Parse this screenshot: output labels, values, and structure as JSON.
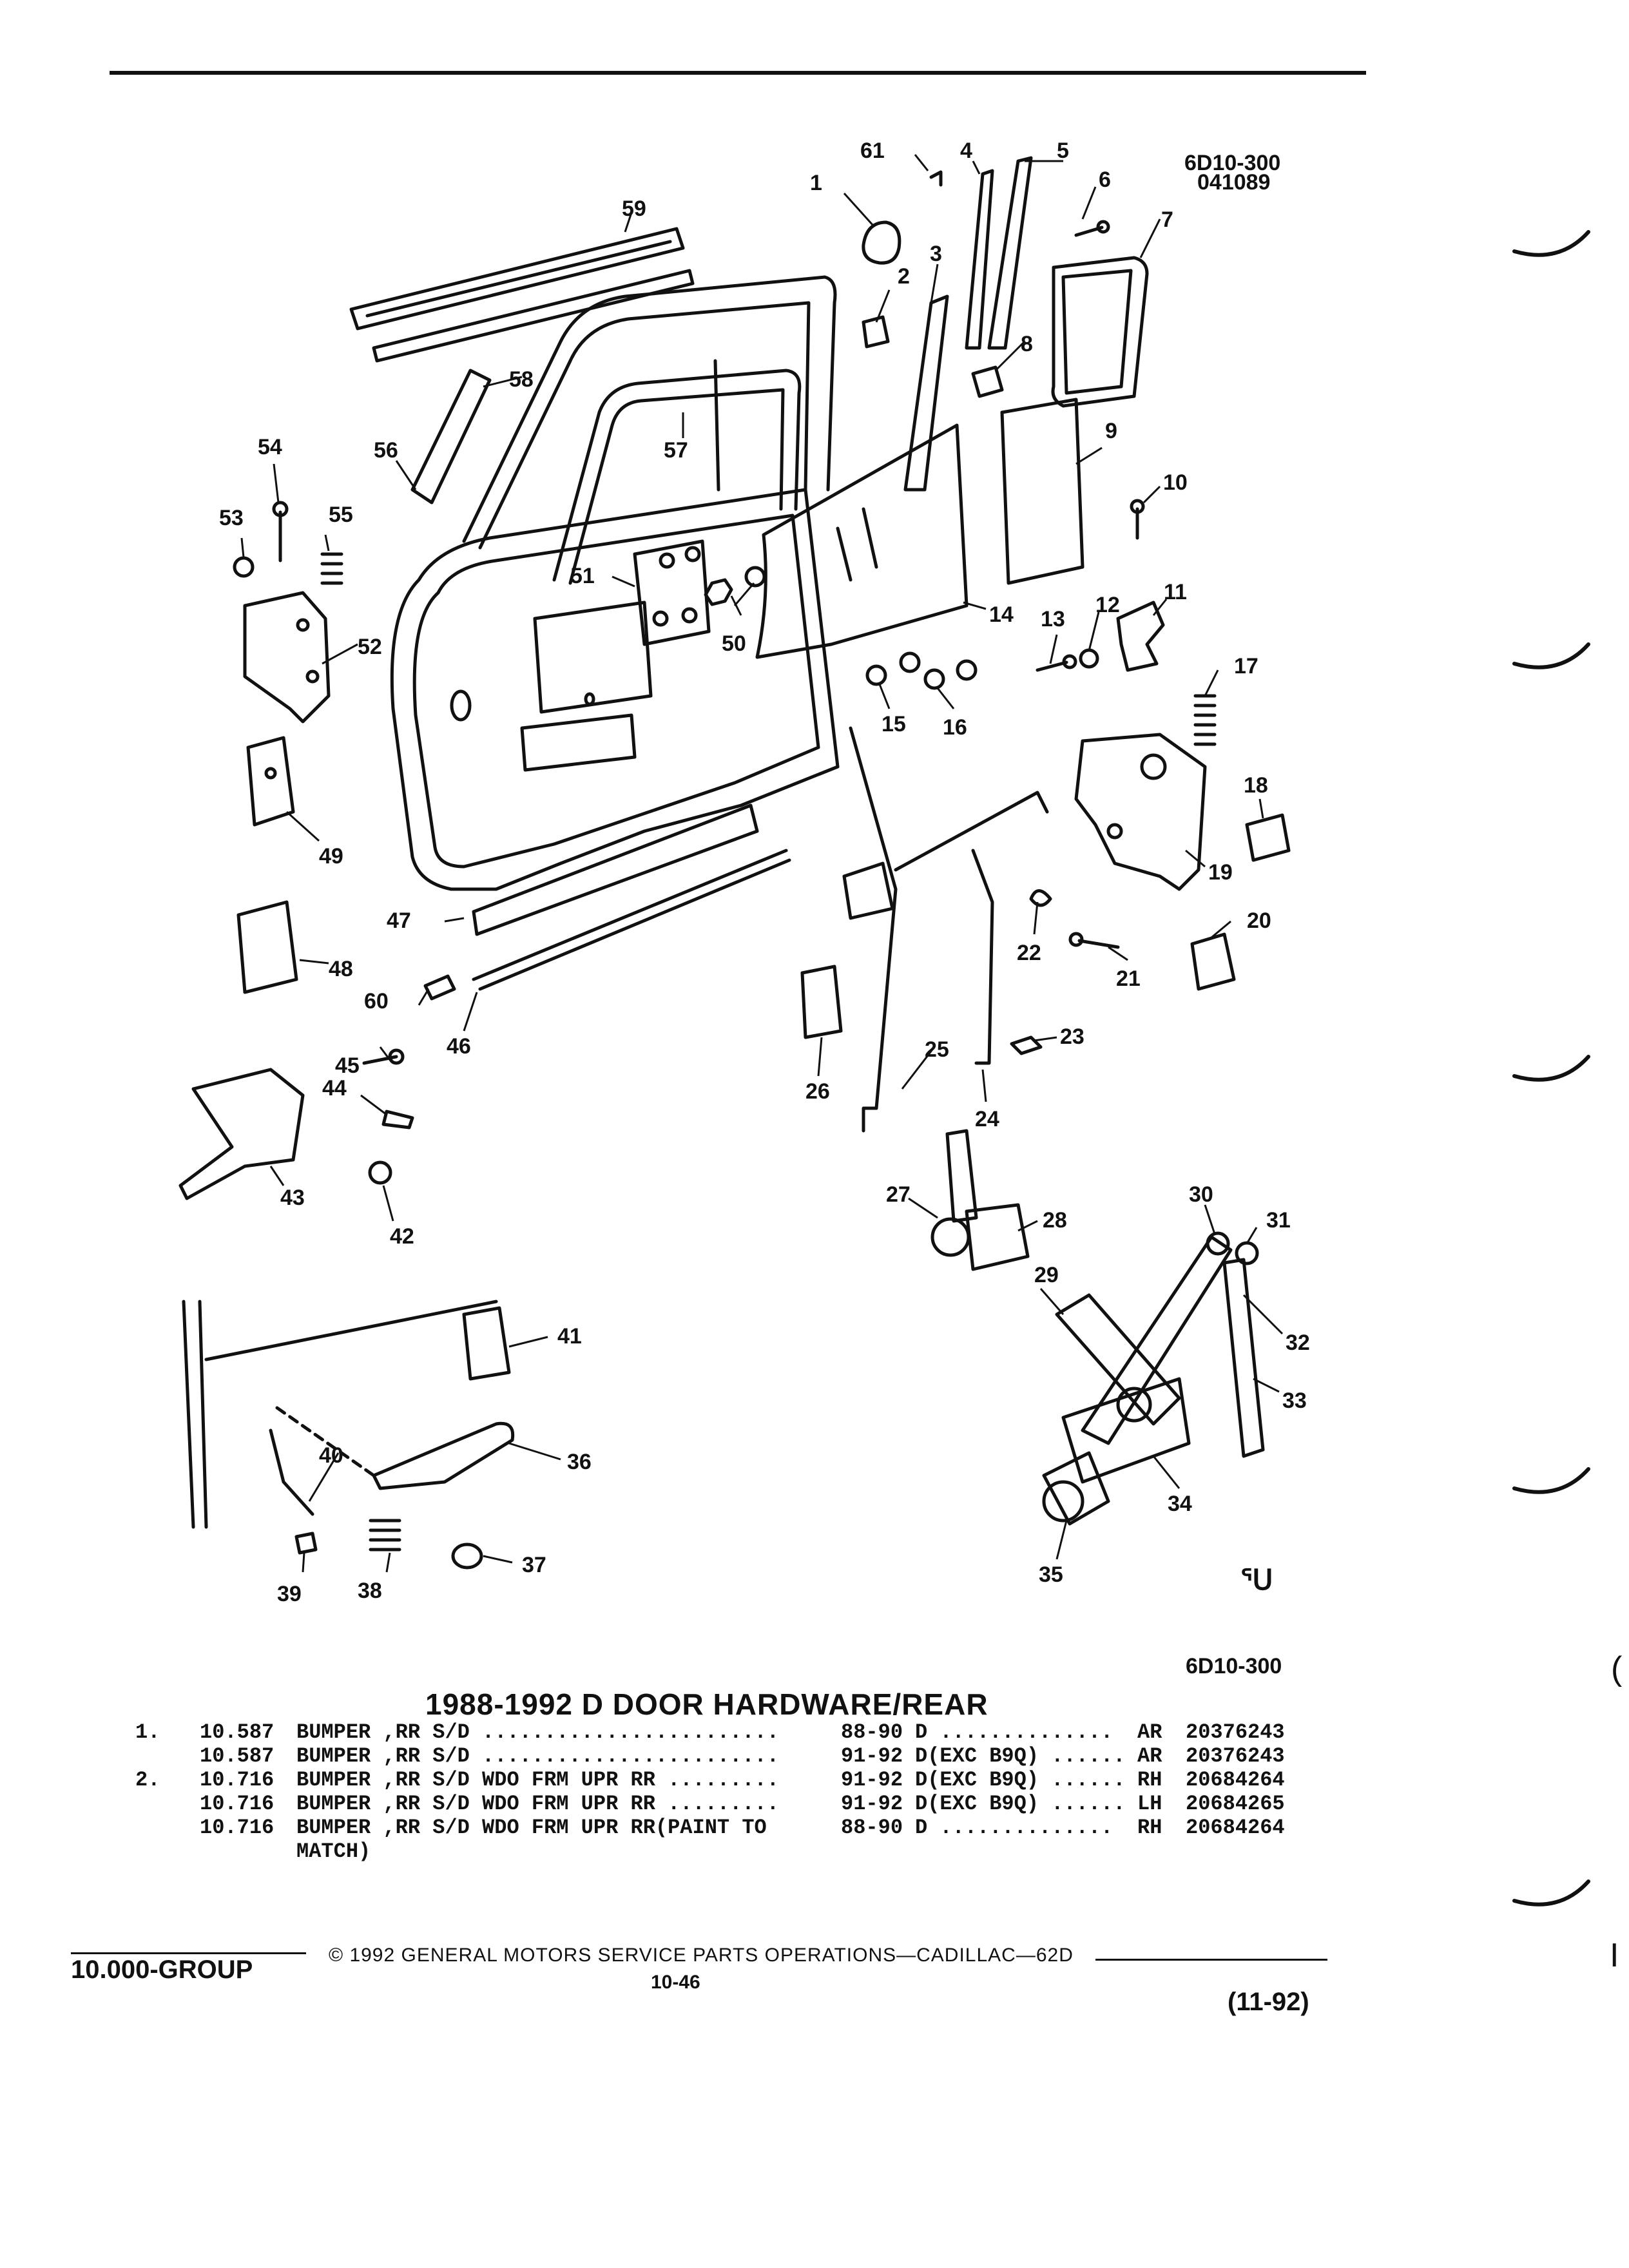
{
  "figure": {
    "code_top": "6D10-300",
    "code_date": "041089",
    "code_bottom": "6D10-300",
    "logo_glyph": "ᕐᑌ"
  },
  "callouts": [
    "1",
    "2",
    "3",
    "4",
    "5",
    "6",
    "7",
    "8",
    "9",
    "10",
    "11",
    "12",
    "13",
    "14",
    "15",
    "16",
    "17",
    "18",
    "19",
    "20",
    "21",
    "22",
    "23",
    "24",
    "25",
    "26",
    "27",
    "28",
    "29",
    "30",
    "31",
    "32",
    "33",
    "34",
    "35",
    "36",
    "37",
    "38",
    "39",
    "40",
    "41",
    "42",
    "43",
    "44",
    "45",
    "46",
    "47",
    "48",
    "49",
    "50",
    "51",
    "52",
    "53",
    "54",
    "55",
    "56",
    "57",
    "58",
    "59",
    "60",
    "61"
  ],
  "title": "1988-1992 D DOOR HARDWARE/REAR",
  "parts": [
    {
      "no": "1.",
      "group": "10.587",
      "desc": "BUMPER ,RR S/D ........................",
      "years": "88-90",
      "model": "D ..............",
      "qty": "AR",
      "part": "20376243"
    },
    {
      "no": "",
      "group": "10.587",
      "desc": "BUMPER ,RR S/D ........................",
      "years": "91-92",
      "model": "D(EXC B9Q) ......",
      "qty": "AR",
      "part": "20376243"
    },
    {
      "no": "2.",
      "group": "10.716",
      "desc": "BUMPER ,RR S/D WDO FRM UPR RR .........",
      "years": "91-92",
      "model": "D(EXC B9Q) ......",
      "qty": "RH",
      "part": "20684264"
    },
    {
      "no": "",
      "group": "10.716",
      "desc": "BUMPER ,RR S/D WDO FRM UPR RR .........",
      "years": "91-92",
      "model": "D(EXC B9Q) ......",
      "qty": "LH",
      "part": "20684265"
    },
    {
      "no": "",
      "group": "10.716",
      "desc": "BUMPER ,RR S/D WDO FRM UPR RR(PAINT TO",
      "years": "88-90",
      "model": "D ..............",
      "qty": "RH",
      "part": "20684264"
    },
    {
      "no": "",
      "group": "",
      "desc": "MATCH)",
      "years": "",
      "model": "",
      "qty": "",
      "part": ""
    }
  ],
  "footer": {
    "group": "10.000-GROUP",
    "copyright": "© 1992 GENERAL MOTORS SERVICE PARTS OPERATIONS—CADILLAC—62D",
    "page": "10-46",
    "date": "(11-92)"
  },
  "margin_marks": [
    "(",
    "I"
  ]
}
